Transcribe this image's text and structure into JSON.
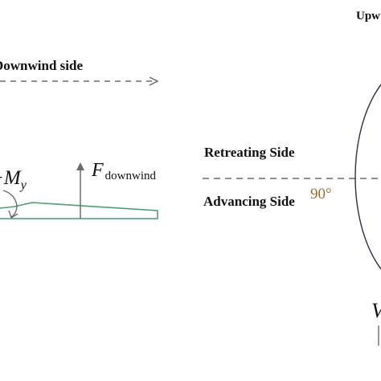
{
  "diagram": {
    "top_right_label": "Upw",
    "downwind_label": "Downwind side",
    "moment_label": {
      "prefix": "−M",
      "subscript": "y"
    },
    "force_label": {
      "symbol": "F",
      "subscript": "downwind"
    },
    "retreating_label": "Retreating Side",
    "advancing_label": "Advancing Side",
    "angle_label": "90°",
    "bottom_right_label": "V"
  },
  "colors": {
    "text": "#111111",
    "arrow_gray": "#6b6b6b",
    "blade_green": "#4f9b74",
    "angle_brown": "#9a6b3a",
    "circle_outline": "#2a2f45"
  }
}
